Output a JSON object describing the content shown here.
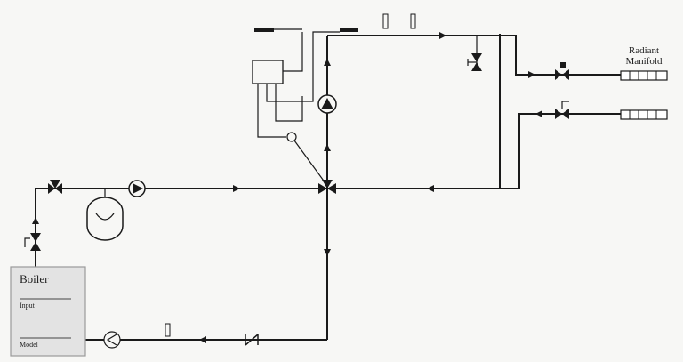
{
  "labels": {
    "manifold_line1": "Radiant",
    "manifold_line2": "Manifold",
    "boiler_title": "Boiler",
    "boiler_input": "Input",
    "boiler_model": "Model"
  },
  "colors": {
    "background": "#f7f7f5",
    "line": "#1a1a1a",
    "boiler_fill": "#e3e3e3",
    "boiler_border": "#9a9a9a"
  },
  "icons": {
    "pump": "circle-with-triangle",
    "check_valve": "slash-break-symbol",
    "expansion_tank": "capsule-tank",
    "mixing_valve": "three-way-valve-symbol"
  }
}
